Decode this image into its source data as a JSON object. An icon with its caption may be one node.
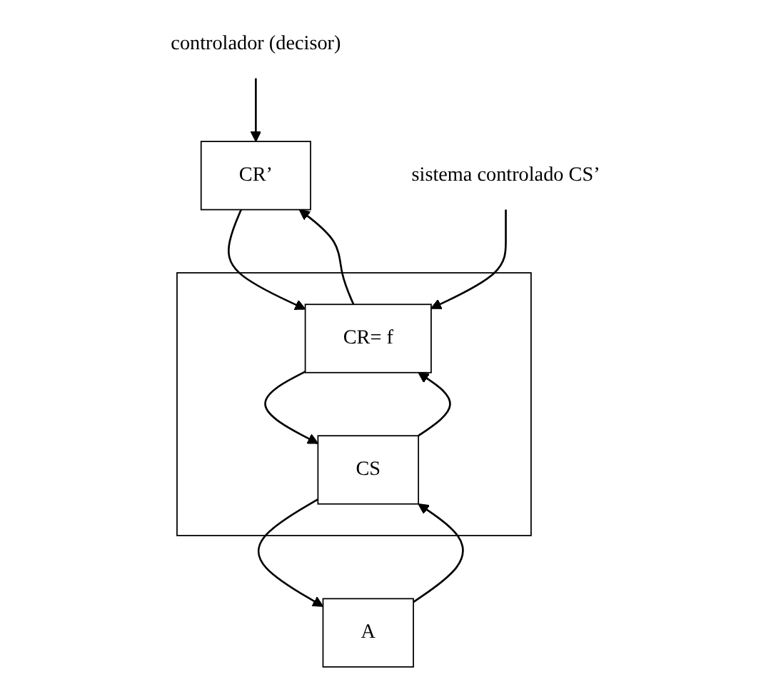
{
  "diagram": {
    "nodes": [
      {
        "text": [
          "CR’"
        ]
      },
      {
        "text": [
          "controlador (decisor)"
        ]
      },
      {
        "text": [],
        "shape": "box"
      },
      {
        "text": [
          "CR= f"
        ],
        "in": 2
      },
      {
        "text": [
          "sistema controlado CS’"
        ]
      },
      {
        "text": [
          "CS"
        ],
        "in": 2
      },
      {
        "text": [
          "A"
        ]
      }
    ],
    "edges": [
      {
        "from": 1,
        "to": 0,
        "arrow": "to"
      },
      {
        "from": 3,
        "to": 0,
        "arrow": "to"
      },
      {
        "from": 0,
        "to": 3,
        "arrow": "to"
      },
      {
        "from": 4,
        "to": 3,
        "arrow": "to"
      },
      {
        "from": 5,
        "to": 3,
        "arrow": "to"
      },
      {
        "from": 3,
        "to": 5,
        "arrow": "to"
      },
      {
        "from": 6,
        "to": 5,
        "arrow": "to"
      },
      {
        "from": 5,
        "to": 6,
        "arrow": "to"
      }
    ]
  }
}
